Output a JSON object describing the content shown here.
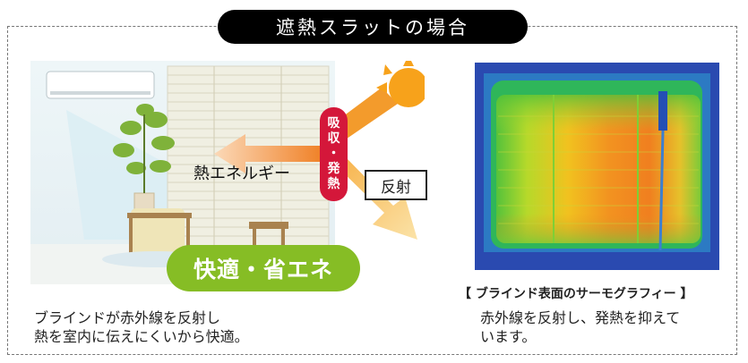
{
  "title": "遮熱スラットの場合",
  "left": {
    "heat_label": "熱エネルギー",
    "absorb_label": [
      "吸",
      "収",
      "・",
      "発",
      "熱"
    ],
    "reflect_label": "反射",
    "comfort_badge": "快適・省エネ",
    "caption_lines": [
      "ブラインドが赤外線を反射し",
      "熱を室内に伝えにくいから快適。"
    ]
  },
  "right": {
    "image_title": "【 ブラインド表面のサーモグラフィー 】",
    "caption_lines": [
      "赤外線を反射し、発熱を抑えて",
      "います。"
    ]
  },
  "colors": {
    "title_bg": "#000000",
    "comfort_green": "#86bd25",
    "absorb_red": "#d4173a",
    "heat_arrow_orange": "#ef7a1c",
    "sun_orange": "#f7a21b",
    "thermo_background_blue": "#2a4ab0"
  }
}
